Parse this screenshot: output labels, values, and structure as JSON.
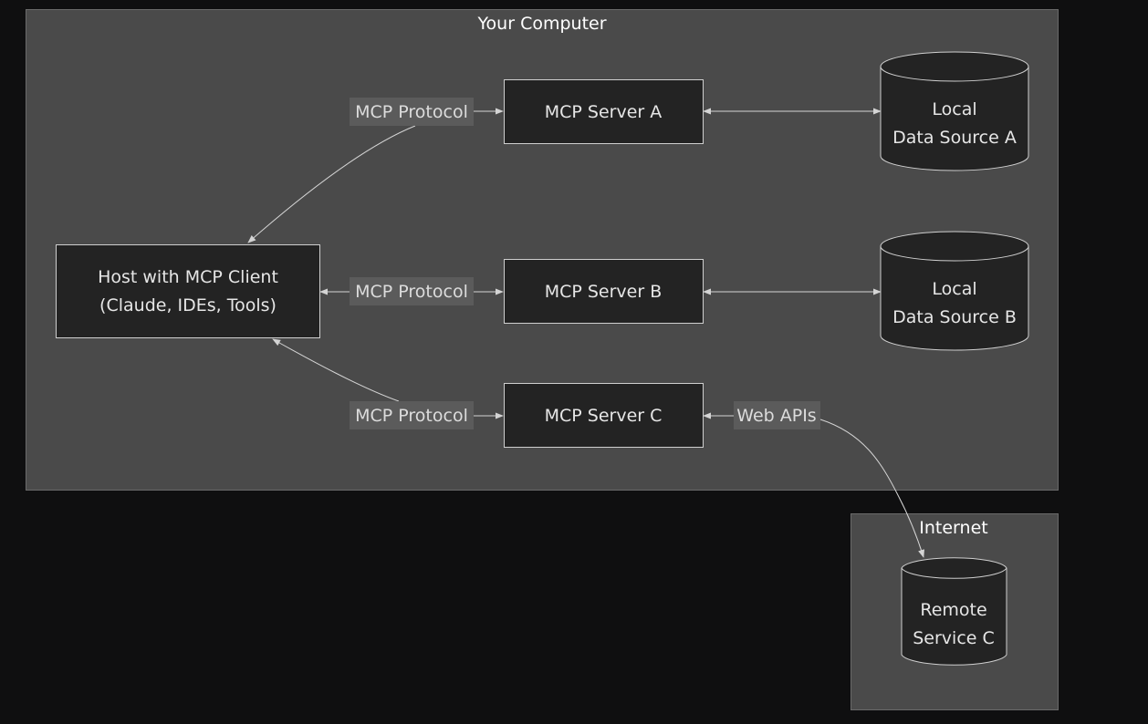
{
  "groups": {
    "your_computer": {
      "label": "Your Computer"
    },
    "internet": {
      "label": "Internet"
    }
  },
  "nodes": {
    "host": {
      "line1": "Host with MCP Client",
      "line2": "(Claude, IDEs, Tools)"
    },
    "server_a": {
      "label": "MCP Server A"
    },
    "server_b": {
      "label": "MCP Server B"
    },
    "server_c": {
      "label": "MCP Server C"
    },
    "local_a": {
      "line1": "Local",
      "line2": "Data Source A"
    },
    "local_b": {
      "line1": "Local",
      "line2": "Data Source B"
    },
    "remote_c": {
      "line1": "Remote",
      "line2": "Service C"
    }
  },
  "edges": {
    "host_to_a": {
      "label": "MCP Protocol"
    },
    "host_to_b": {
      "label": "MCP Protocol"
    },
    "host_to_c": {
      "label": "MCP Protocol"
    },
    "c_to_remote": {
      "label": "Web APIs"
    }
  },
  "colors": {
    "background": "#0f0f10",
    "group_fill": "#4a4a4a",
    "node_fill": "#232323",
    "stroke": "#cfcfcf",
    "text": "#e6e6e6"
  }
}
